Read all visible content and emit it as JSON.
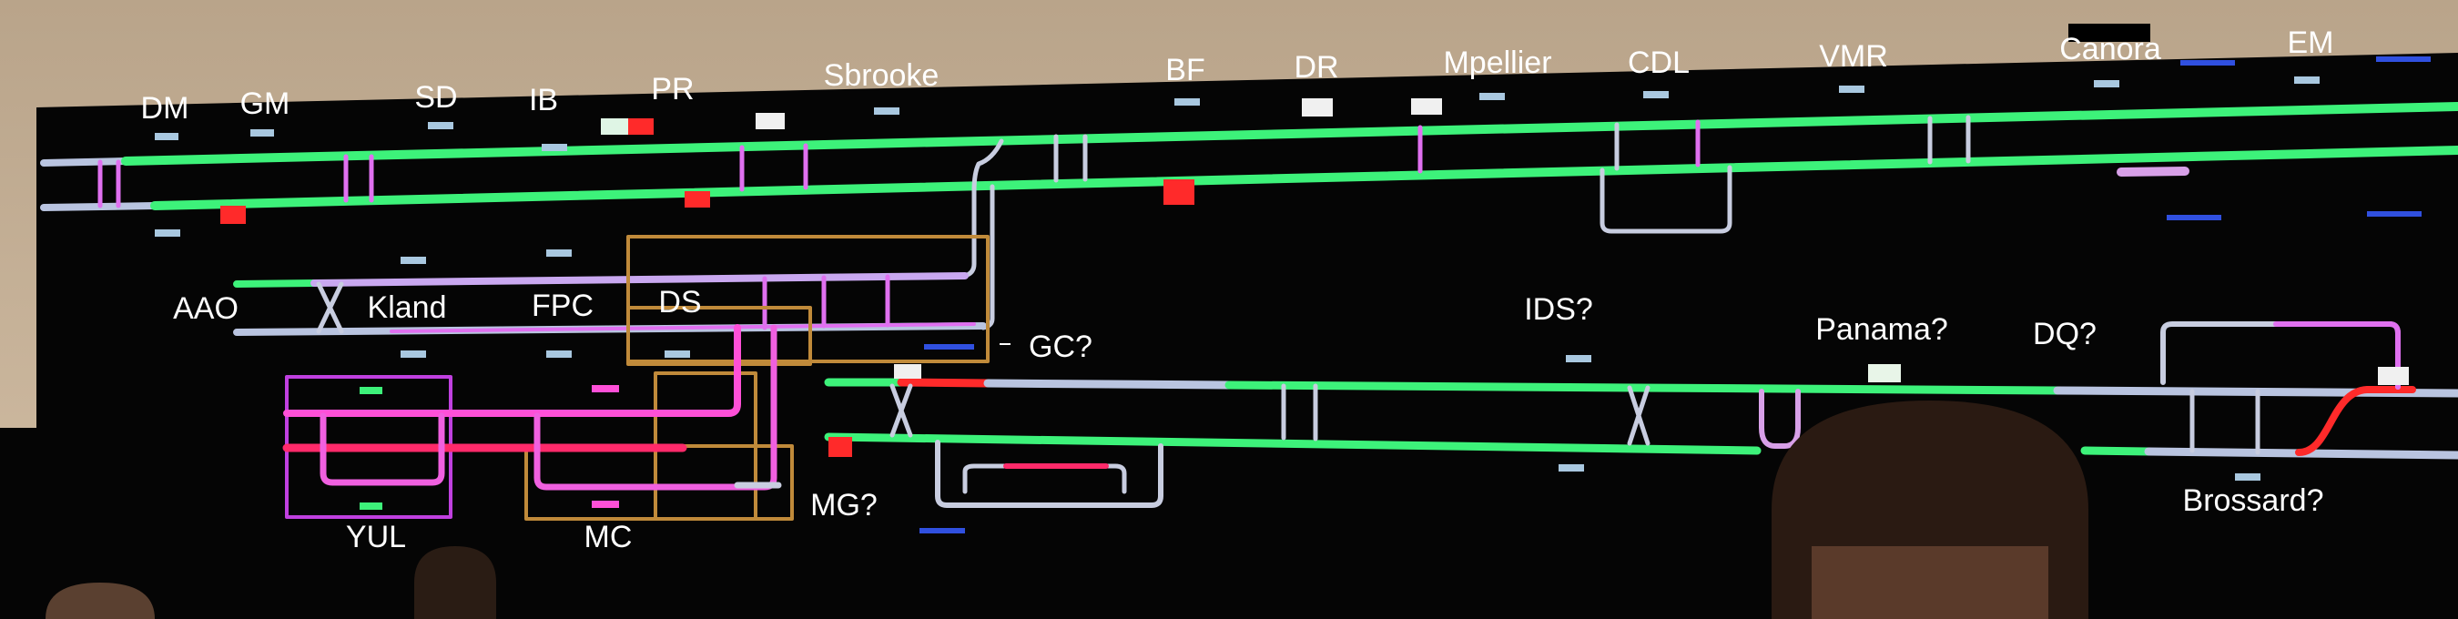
{
  "title": "Rail traffic control display with station annotations",
  "colors": {
    "track_clear": "#3df27a",
    "track_idle": "#b9c4e0",
    "track_reserved": "#e070f0",
    "track_occupied": "#ff2a2a",
    "yard_outline": "#c08a3a",
    "screen": "#050505",
    "wall": "#c7b39a"
  },
  "top_line_labels": [
    "DM",
    "GM",
    "SD",
    "IB",
    "PR",
    "Sbrooke",
    "BF",
    "DR",
    "Mpellier",
    "CDL",
    "VMR",
    "Canora",
    "EM"
  ],
  "middle_labels": [
    "AAO",
    "Kland",
    "FPC",
    "DS",
    "GC?"
  ],
  "right_labels": [
    "IDS?",
    "Panama?",
    "DQ?",
    "Brossard?"
  ],
  "bottom_labels": [
    "MG?",
    "YUL",
    "MC"
  ]
}
